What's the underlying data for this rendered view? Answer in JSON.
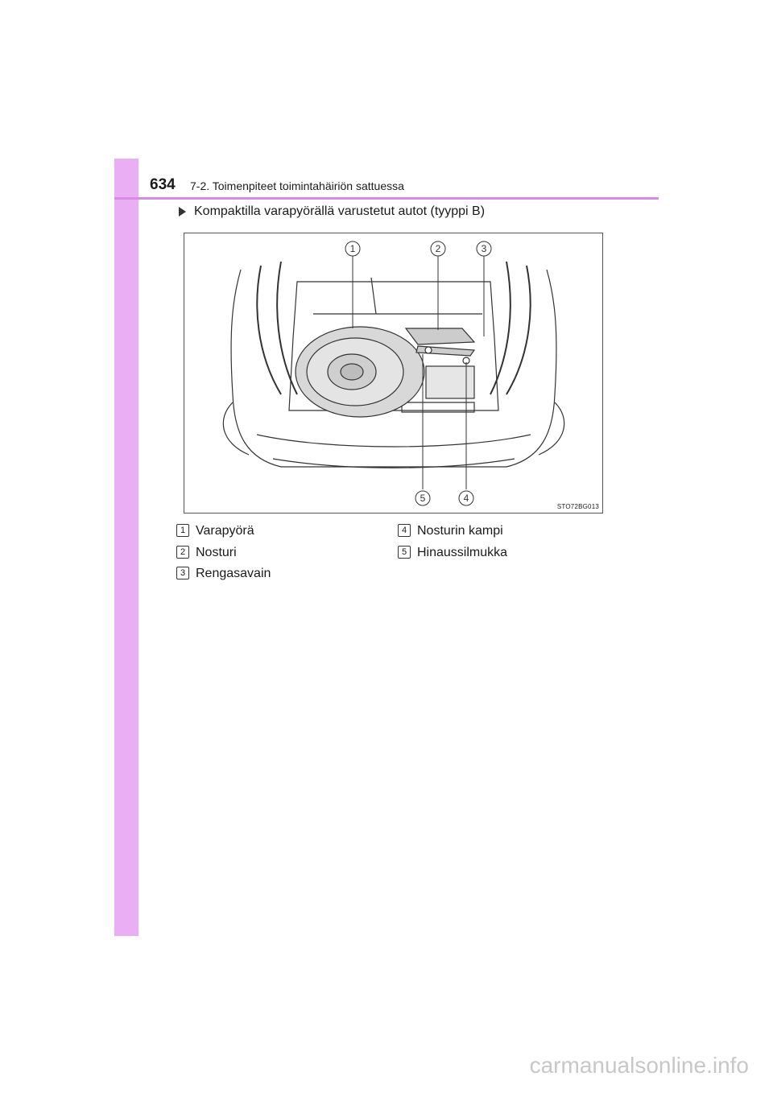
{
  "header": {
    "page_number": "634",
    "section_title": "7-2. Toimenpiteet toimintahäiriön sattuessa"
  },
  "heading": {
    "bullet_icon": "triangle-bullet-icon",
    "text": "Kompaktilla varapyörällä varustetut autot (tyyppi B)"
  },
  "figure": {
    "code": "STO72BG013",
    "callouts": [
      "1",
      "2",
      "3",
      "5",
      "4"
    ]
  },
  "legend": [
    {
      "num": "1",
      "label": "Varapyörä"
    },
    {
      "num": "2",
      "label": "Nosturi"
    },
    {
      "num": "3",
      "label": "Rengasavain"
    },
    {
      "num": "4",
      "label": "Nosturin kampi"
    },
    {
      "num": "5",
      "label": "Hinaussilmukka"
    }
  ],
  "footer": {
    "watermark": "carmanualsonline.info"
  },
  "colors": {
    "sidebar": "#e9aef3",
    "rule": "#d98ae6"
  }
}
